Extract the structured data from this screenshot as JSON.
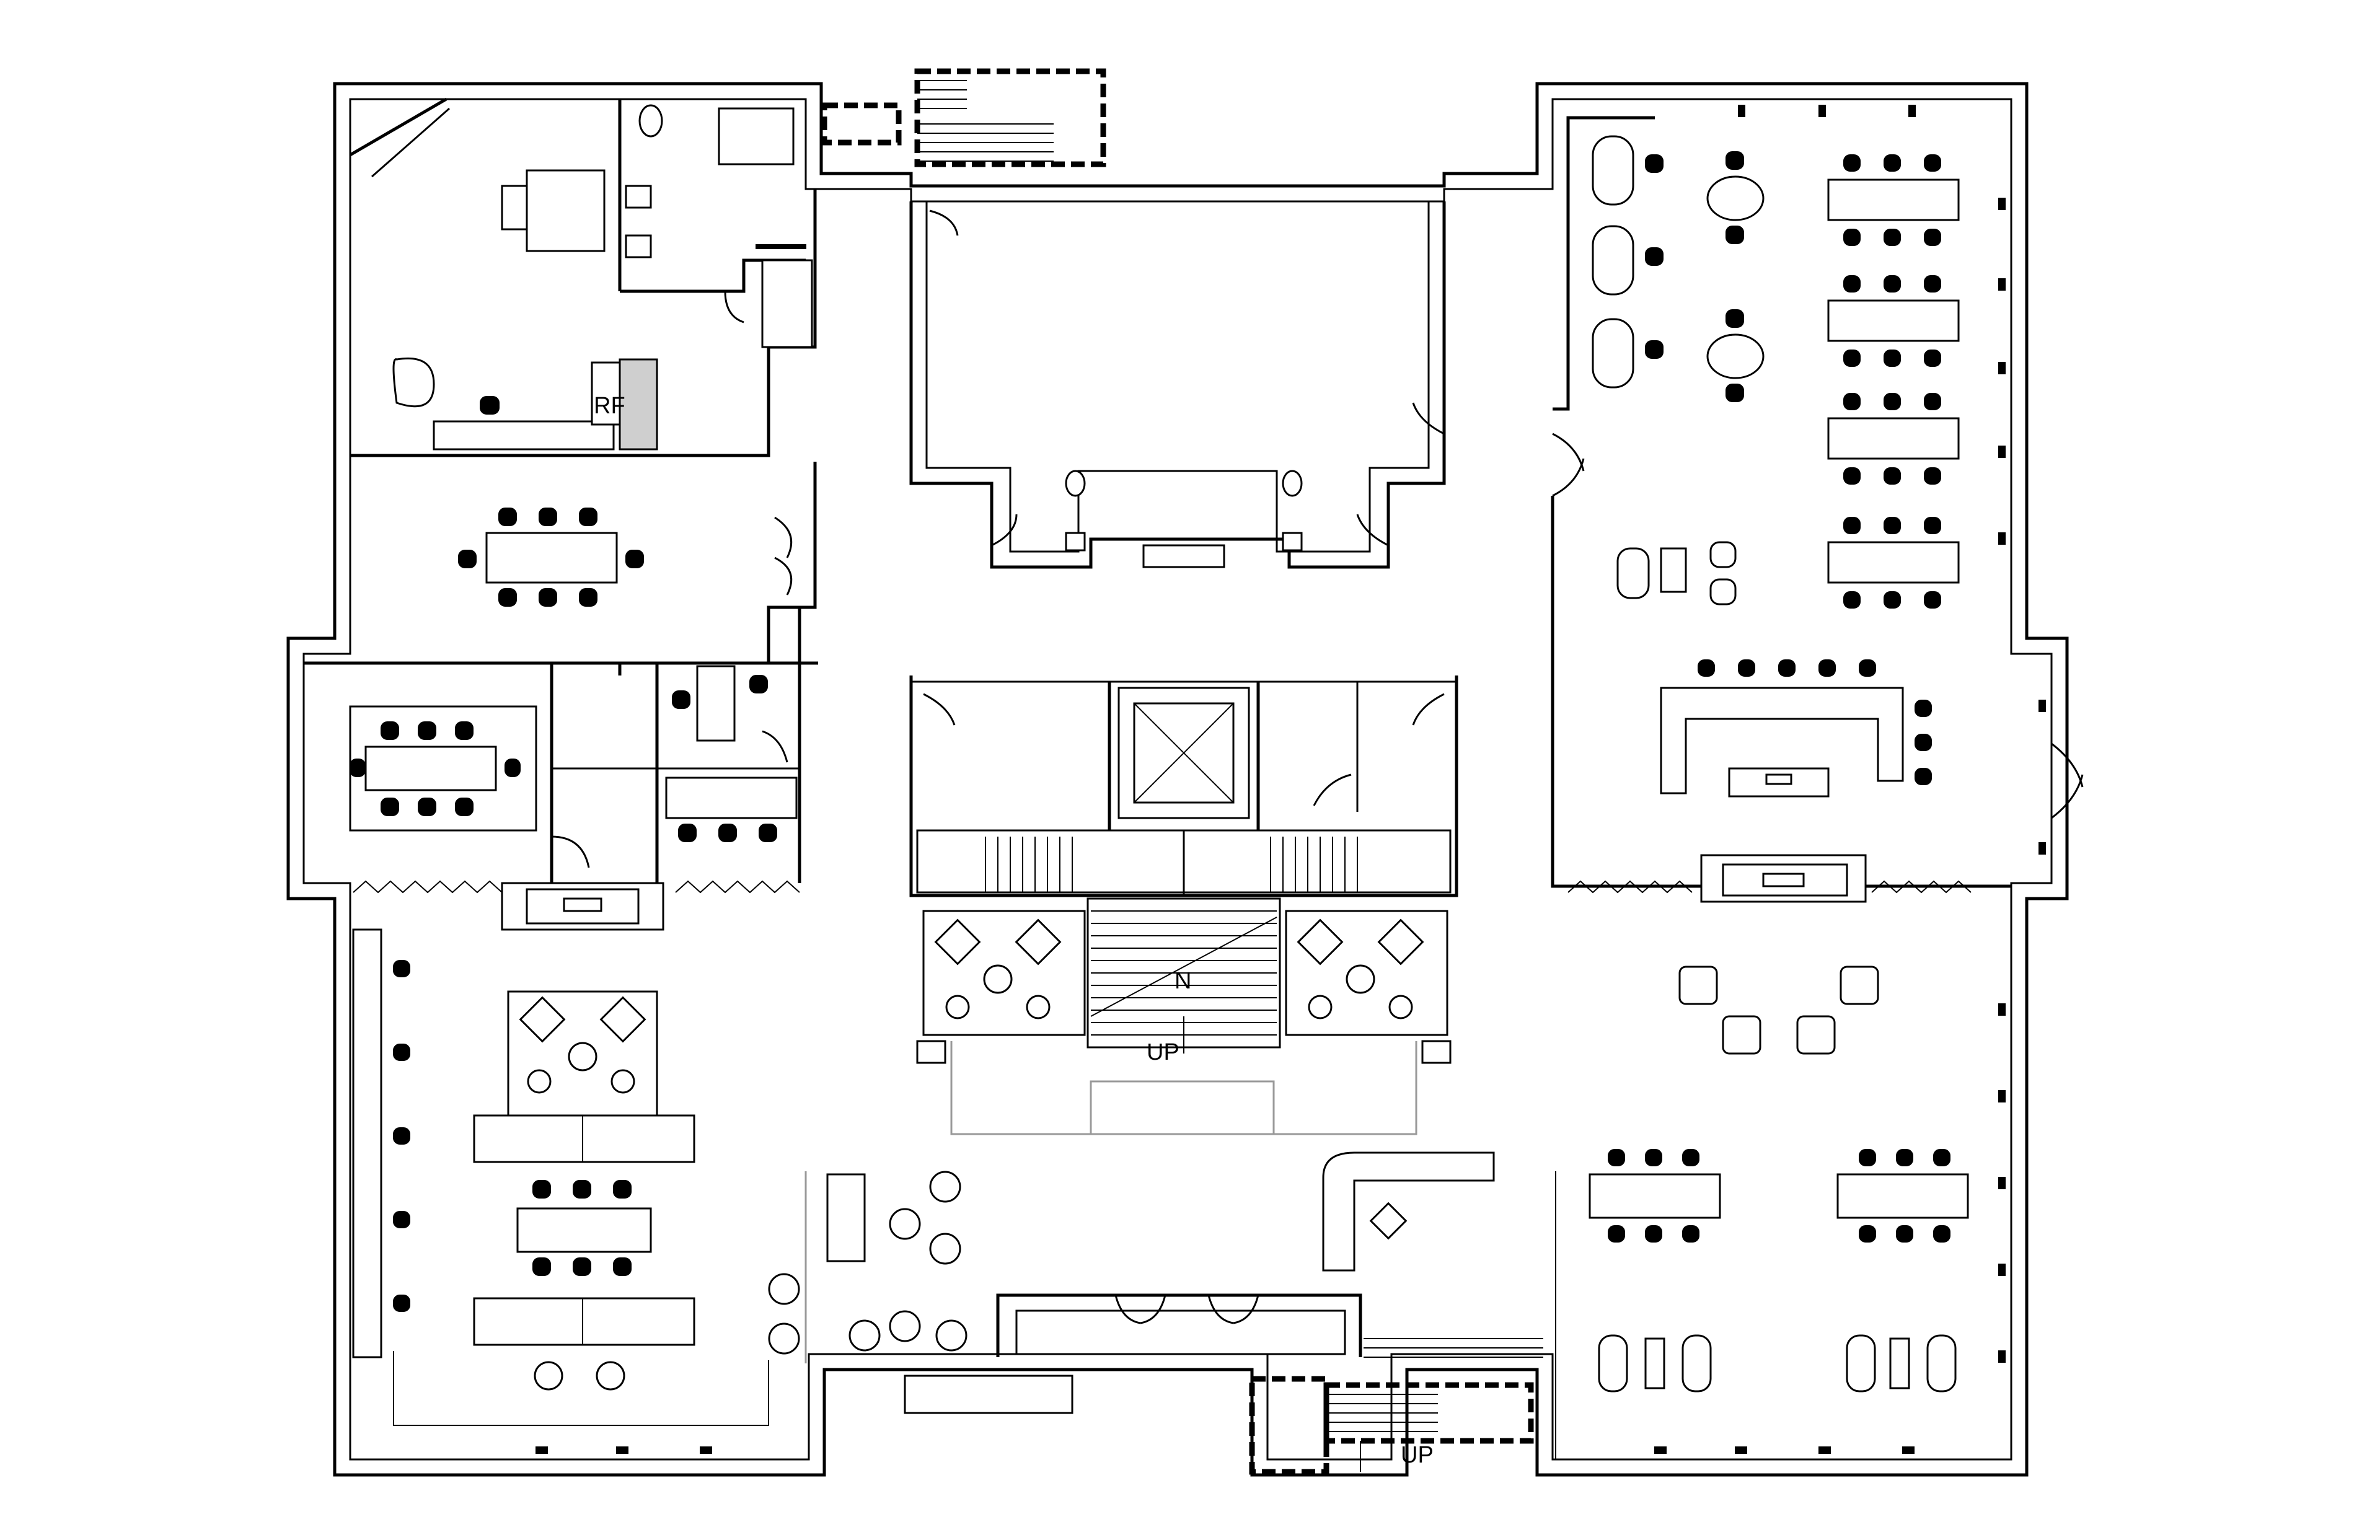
{
  "plan": {
    "labels": {
      "stair_main_up": "UP",
      "stair_south_up": "UP",
      "kitchen_fridge": "RF",
      "stair_arrow": "N"
    }
  }
}
